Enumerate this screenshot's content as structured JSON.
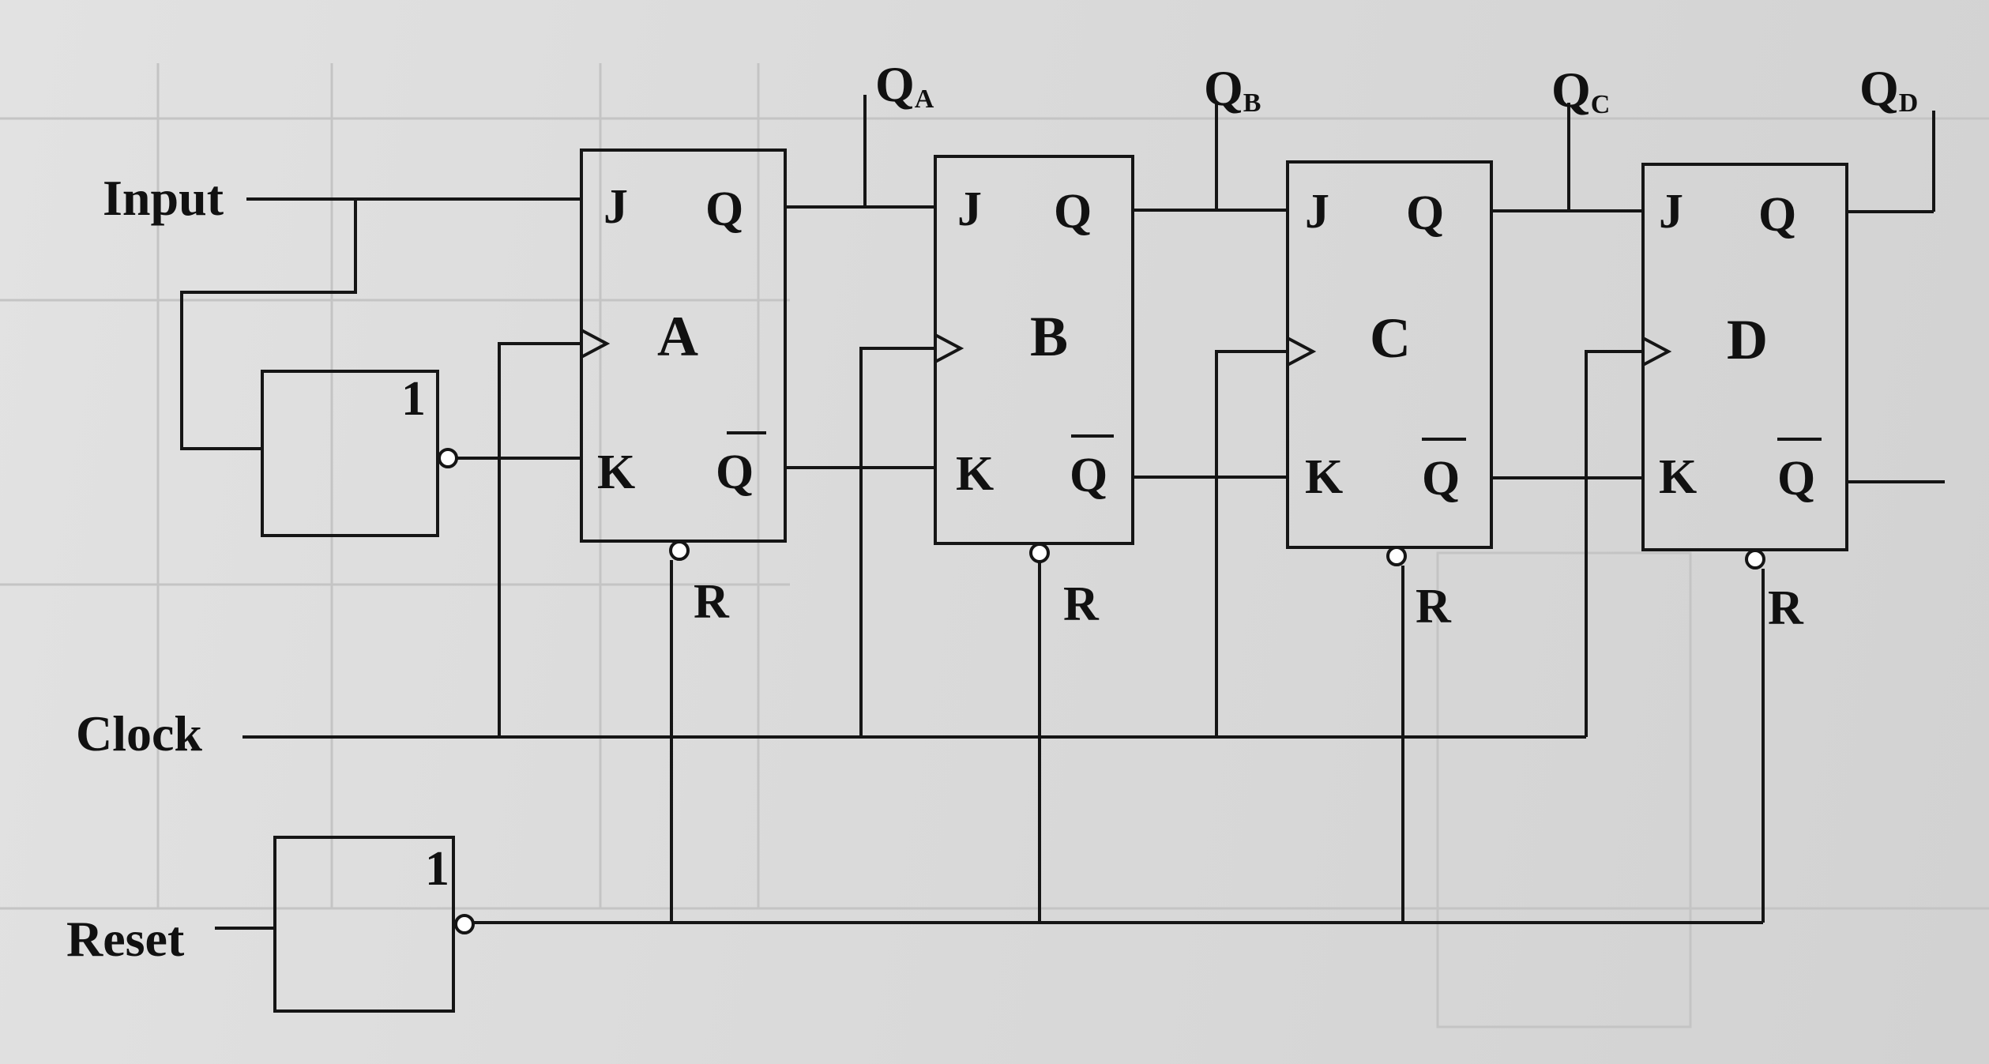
{
  "inputs": {
    "input": "Input",
    "clock": "Clock",
    "reset": "Reset"
  },
  "gates": {
    "input_inverter": "1",
    "reset_inverter": "1"
  },
  "flipflops": [
    {
      "name": "A",
      "j": "J",
      "k": "K",
      "q": "Q",
      "qbar": "Q",
      "r": "R"
    },
    {
      "name": "B",
      "j": "J",
      "k": "K",
      "q": "Q",
      "qbar": "Q",
      "r": "R"
    },
    {
      "name": "C",
      "j": "J",
      "k": "K",
      "q": "Q",
      "qbar": "Q",
      "r": "R"
    },
    {
      "name": "D",
      "j": "J",
      "k": "K",
      "q": "Q",
      "qbar": "Q",
      "r": "R"
    }
  ],
  "outputs": [
    {
      "main": "Q",
      "sub": "A"
    },
    {
      "main": "Q",
      "sub": "B"
    },
    {
      "main": "Q",
      "sub": "C"
    },
    {
      "main": "Q",
      "sub": "D"
    }
  ]
}
